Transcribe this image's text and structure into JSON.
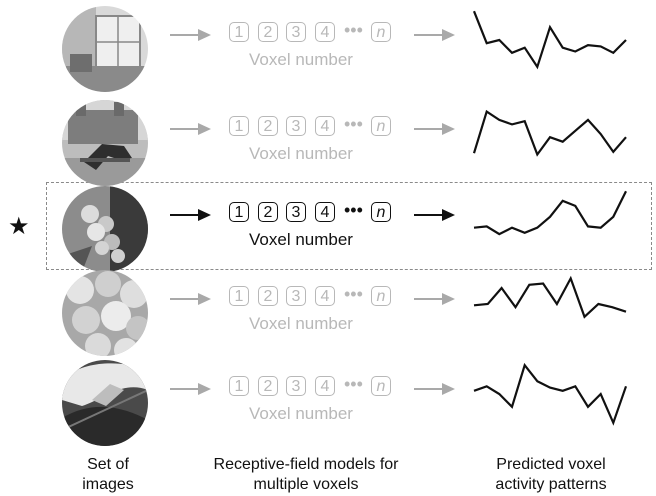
{
  "voxels": [
    "1",
    "2",
    "3",
    "4",
    "n"
  ],
  "ellipsis": "•••",
  "voxel_caption": "Voxel number",
  "highlight_marker": "★",
  "highlighted_row": 3,
  "captions": {
    "images": "Set of images",
    "models": "Receptive-field models for multiple voxels",
    "patterns": "Predicted voxel activity patterns"
  },
  "patterns": [
    [
      0.95,
      0.45,
      0.5,
      0.3,
      0.38,
      0.08,
      0.7,
      0.38,
      0.32,
      0.42,
      0.4,
      0.3,
      0.5
    ],
    [
      0.2,
      0.85,
      0.72,
      0.65,
      0.7,
      0.18,
      0.45,
      0.38,
      0.55,
      0.72,
      0.5,
      0.22,
      0.45
    ],
    [
      0.38,
      0.4,
      0.28,
      0.38,
      0.3,
      0.38,
      0.55,
      0.8,
      0.72,
      0.4,
      0.38,
      0.55,
      0.95
    ],
    [
      0.48,
      0.5,
      0.75,
      0.45,
      0.8,
      0.82,
      0.5,
      0.9,
      0.3,
      0.5,
      0.45,
      0.38
    ],
    [
      0.55,
      0.62,
      0.5,
      0.3,
      0.95,
      0.7,
      0.6,
      0.55,
      0.62,
      0.3,
      0.5,
      0.05,
      0.62
    ]
  ],
  "icons": [
    "photo-window-scene-icon",
    "photo-horse-jump-icon",
    "photo-grapes-icon",
    "photo-fruit-icon",
    "photo-leaf-icon"
  ]
}
